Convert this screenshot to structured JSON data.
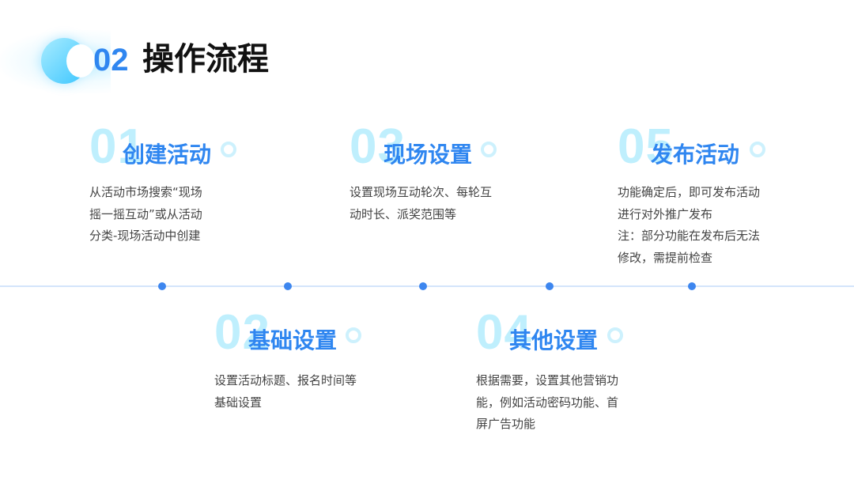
{
  "header": {
    "number": "02",
    "title": "操作流程"
  },
  "steps": [
    {
      "number": "01",
      "title": "创建活动",
      "desc": [
        "从活动市场搜索“现场",
        "摇一摇互动”或从活动",
        "分类-现场活动中创建"
      ]
    },
    {
      "number": "02",
      "title": "基础设置",
      "desc": [
        "设置活动标题、报名时间等",
        "基础设置"
      ]
    },
    {
      "number": "03",
      "title": "现场设置",
      "desc": [
        "设置现场互动轮次、每轮互",
        "动时长、派奖范围等"
      ]
    },
    {
      "number": "04",
      "title": "其他设置",
      "desc": [
        "根据需要，设置其他营销功",
        "能，例如活动密码功能、首",
        "屏广告功能"
      ]
    },
    {
      "number": "05",
      "title": "发布活动",
      "desc": [
        "功能确定后，即可发布活动",
        "进行对外推广发布",
        "注：部分功能在发布后无法",
        "修改，需提前检查"
      ]
    }
  ],
  "colors": {
    "accent": "#2f86f0",
    "dot": "#3d86ef",
    "faded_number": "#bfeffd",
    "timeline": "#d4e5fb",
    "text": "#444444"
  }
}
